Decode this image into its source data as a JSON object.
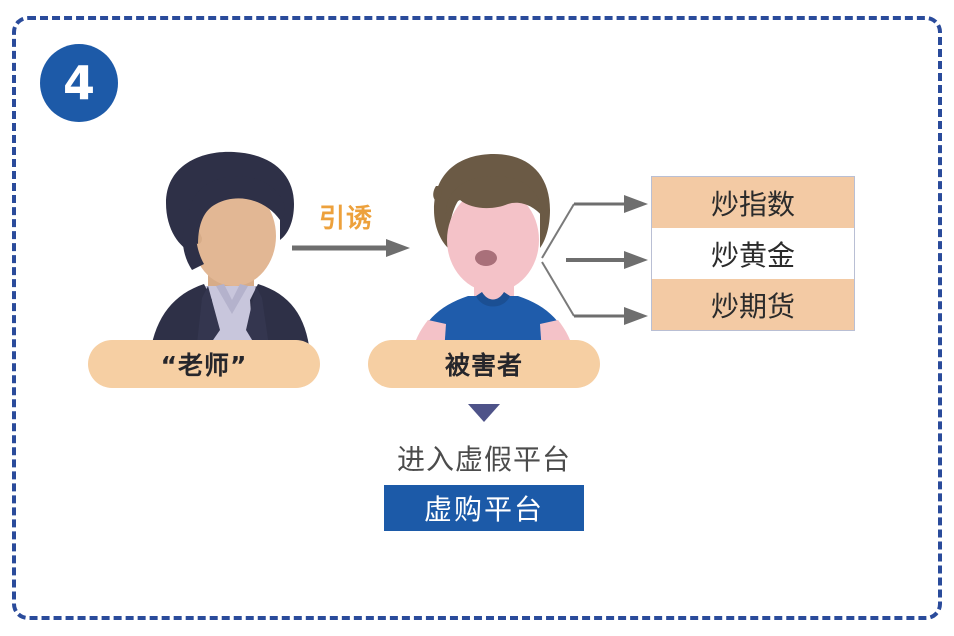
{
  "step": {
    "number": "4"
  },
  "actors": {
    "teacher": {
      "label": "“老师”",
      "icon": "person-blazer-icon",
      "hair_color": "#2e3047",
      "skin_color": "#e2b794",
      "clothes_color": "#2e3047",
      "shirt_color": "#c8c6dc"
    },
    "victim": {
      "label": "被害者",
      "icon": "person-tshirt-icon",
      "hair_color": "#6b5a45",
      "skin_color": "#f4c2c8",
      "clothes_color": "#1f5cab"
    }
  },
  "lure": {
    "label": "引诱",
    "color": "#eda13c",
    "arrow_color": "#6e6e6e"
  },
  "options": {
    "items": [
      {
        "label": "炒指数",
        "style": "peach"
      },
      {
        "label": "炒黄金",
        "style": "white"
      },
      {
        "label": "炒期货",
        "style": "peach"
      }
    ],
    "fill_peach": "#f3caa4",
    "fill_white": "#ffffff",
    "border_color": "#b9bfd4"
  },
  "outcome": {
    "enter_text": "进入虚假平台",
    "platform_label": "虚购平台",
    "platform_color": "#1c5aa8",
    "triangle_color": "#4e5389"
  },
  "frame": {
    "border_color": "#2a4b9b",
    "badge_color": "#1d5aa8"
  }
}
